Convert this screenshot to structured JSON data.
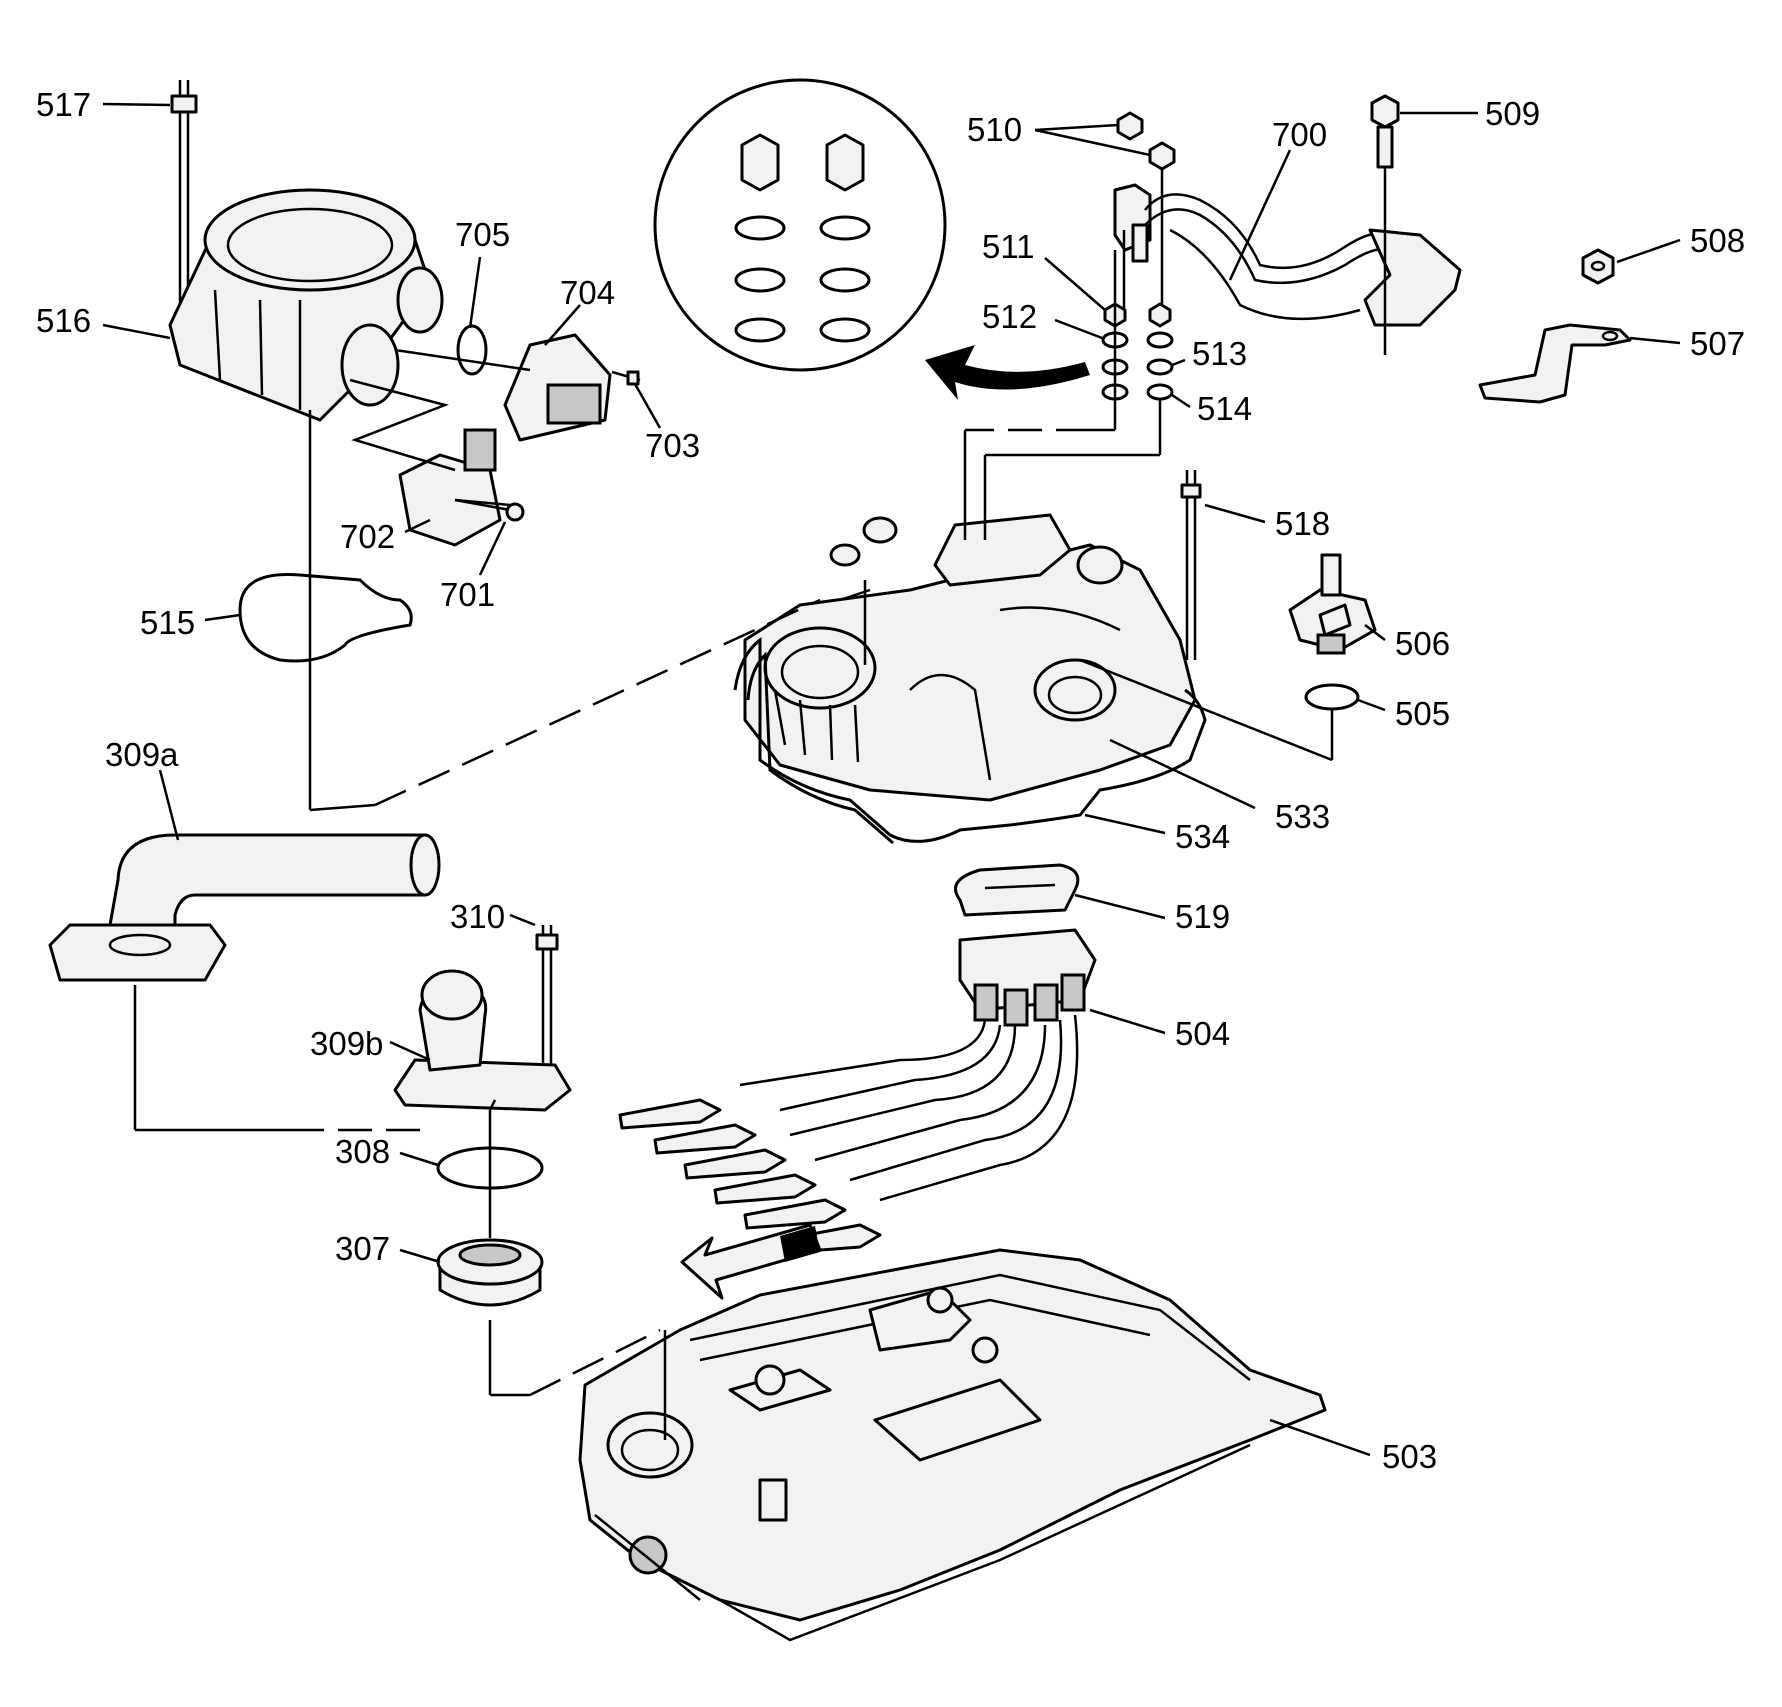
{
  "callouts": {
    "c517": "517",
    "c516": "516",
    "c705": "705",
    "c704": "704",
    "c703": "703",
    "c702": "702",
    "c701": "701",
    "c515": "515",
    "c309a": "309a",
    "c310": "310",
    "c309b": "309b",
    "c308": "308",
    "c307": "307",
    "c510": "510",
    "c700": "700",
    "c509": "509",
    "c508": "508",
    "c507": "507",
    "c511": "511",
    "c512": "512",
    "c513": "513",
    "c514": "514",
    "c518": "518",
    "c506": "506",
    "c505": "505",
    "c533": "533",
    "c534": "534",
    "c519": "519",
    "c504": "504",
    "c503": "503"
  },
  "colors": {
    "line": "#000000",
    "background": "#ffffff",
    "part_fill": "#f2f2f2"
  }
}
